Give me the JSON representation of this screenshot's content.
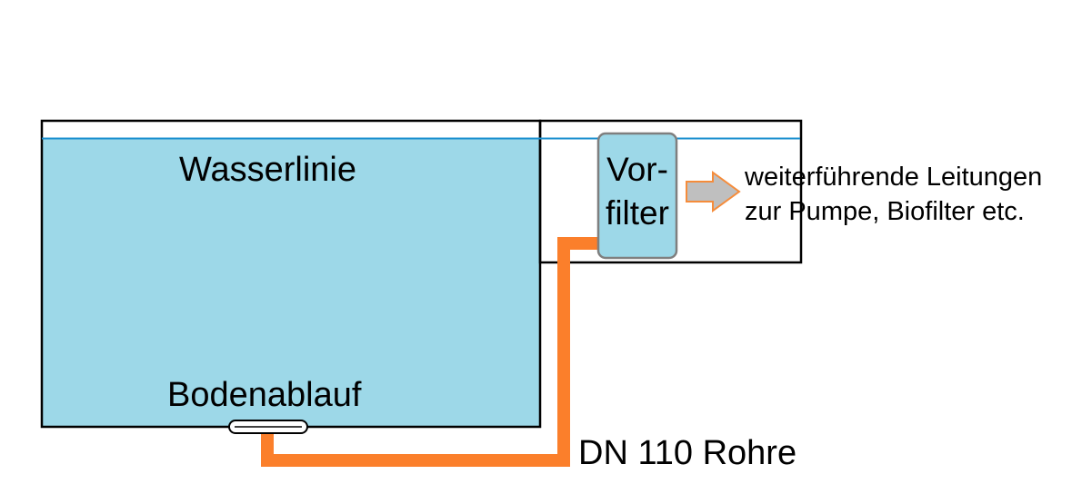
{
  "labels": {
    "water_line": "Wasserlinie",
    "bottom_drain": "Bodenablauf",
    "pipe": "DN 110 Rohre",
    "prefilter_line1": "Vor-",
    "prefilter_line2": "filter",
    "onward_line1": "weiterführende Leitungen",
    "onward_line2": "zur Pumpe, Biofilter etc."
  },
  "colors": {
    "water": "#9dd8e8",
    "water_line": "#1a8fcf",
    "pipe": "#fb7f2b",
    "arrow_fill": "#bfbfbf",
    "arrow_stroke": "#f58c3b",
    "outline": "#000000",
    "prefilter_stroke": "#7f7f7f"
  }
}
